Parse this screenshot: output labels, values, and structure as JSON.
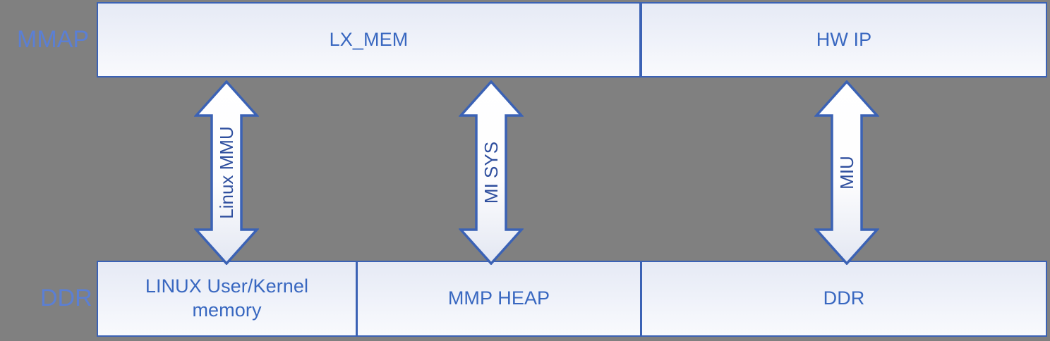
{
  "diagram": {
    "background_color": "#808080",
    "box_border_color": "#3b62b5",
    "box_text_color": "#3867c0",
    "row_label_color": "#5b7fd4",
    "arrow_label_color": "#2f4f9e",
    "rows": [
      {
        "name": "mmap-row",
        "label": "MMAP",
        "boxes": [
          {
            "id": "lx-mem",
            "label": "LX_MEM"
          },
          {
            "id": "hw-ip",
            "label": "HW IP"
          }
        ]
      },
      {
        "name": "ddr-row",
        "label": "DDR",
        "boxes": [
          {
            "id": "linux-mem",
            "label": "LINUX User/Kernel\nmemory"
          },
          {
            "id": "mmp-heap",
            "label": "MMP HEAP"
          },
          {
            "id": "ddr",
            "label": "DDR"
          }
        ]
      }
    ],
    "arrows": [
      {
        "id": "linux-mmu",
        "label": "Linux MMU",
        "type": "double-headed-vertical-arrow"
      },
      {
        "id": "mi-sys",
        "label": "MI SYS",
        "type": "double-headed-vertical-arrow"
      },
      {
        "id": "miu",
        "label": "MIU",
        "type": "double-headed-vertical-arrow"
      }
    ]
  }
}
